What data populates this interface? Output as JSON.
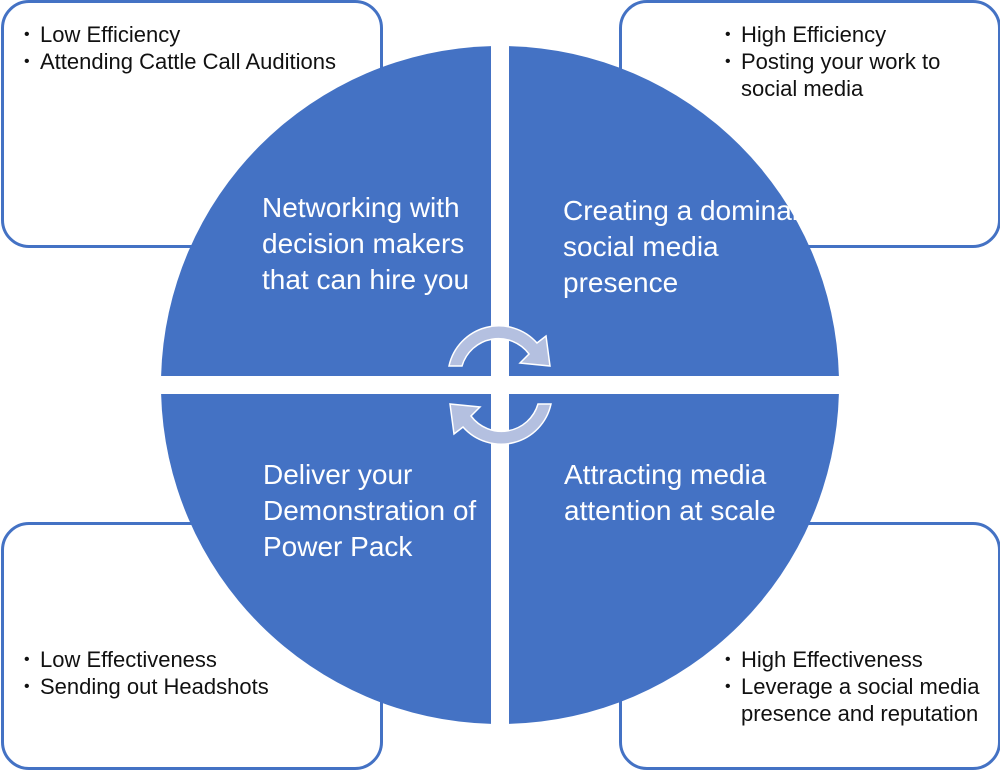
{
  "colors": {
    "quadrant_fill": "#4472c4",
    "box_border": "#4472c4",
    "arrow_fill": "#b4c0e0",
    "quadrant_text": "#ffffff",
    "box_text": "#111111"
  },
  "quadrants": {
    "top_left": {
      "label": "Networking with decision makers that can hire you"
    },
    "top_right": {
      "label": "Creating a dominant social media presence"
    },
    "bottom_left": {
      "label": "Deliver your Demonstration of Power Pack"
    },
    "bottom_right": {
      "label": "Attracting media attention at scale"
    }
  },
  "boxes": {
    "top_left": {
      "bullets": [
        "Low Efficiency",
        "Attending Cattle Call Auditions"
      ]
    },
    "top_right": {
      "bullets": [
        "High Efficiency",
        "Posting your work to social media"
      ]
    },
    "bottom_left": {
      "bullets": [
        "Low Effectiveness",
        "Sending out Headshots"
      ]
    },
    "bottom_right": {
      "bullets": [
        "High Effectiveness",
        "Leverage a social media presence and reputation"
      ]
    }
  },
  "center_icon": "cycle-arrows-icon"
}
